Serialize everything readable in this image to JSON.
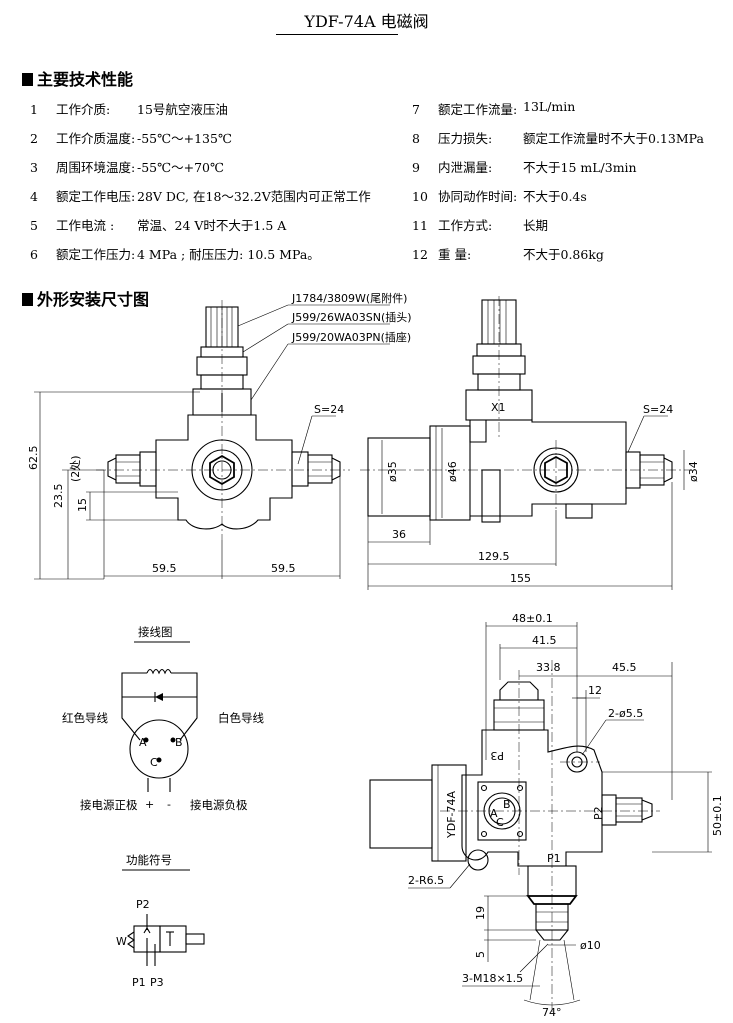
{
  "title": "YDF-74A 电磁阀",
  "section_specs": "主要技术性能",
  "specs_left": [
    {
      "n": "1",
      "k": "工作介质:",
      "v": "15号航空液压油"
    },
    {
      "n": "2",
      "k": "工作介质温度:",
      "v": "-55℃～+135℃"
    },
    {
      "n": "3",
      "k": "周围环境温度:",
      "v": "-55℃～+70℃"
    },
    {
      "n": "4",
      "k": "额定工作电压:",
      "v": "28V DC, 在18～32.2V范围内可正常工作"
    },
    {
      "n": "5",
      "k": "工作电流 :",
      "v": "常温、24 V时不大于1.5 A"
    },
    {
      "n": "6",
      "k": "额定工作压力:",
      "v": "4 MPa ; 耐压压力: 10.5 MPa。"
    }
  ],
  "specs_right": [
    {
      "n": "7",
      "k": "额定工作流量:",
      "v": "13L/min"
    },
    {
      "n": "8",
      "k": "压力损失:",
      "v": "额定工作流量时不大于0.13MPa"
    },
    {
      "n": "9",
      "k": "内泄漏量:",
      "v": "不大于15 mL/3min"
    },
    {
      "n": "10",
      "k": "协同动作时间:",
      "v": "不大于0.4s"
    },
    {
      "n": "11",
      "k": "工作方式:",
      "v": "长期"
    },
    {
      "n": "12",
      "k": "重  量:",
      "v": "不大于0.86kg"
    }
  ],
  "section_dims": "外形安装尺寸图",
  "connectors": [
    "J1784/3809W(尾附件)",
    "J599/26WA03SN(插头)",
    "J599/20WA03PN(插座)"
  ],
  "front_view": {
    "h_total": "62.5",
    "h_23": "23.5",
    "h_15": "15",
    "two_places": "(2处)",
    "w_left": "59.5",
    "w_right": "59.5",
    "s_label": "S=24"
  },
  "side_view": {
    "x1": "X1",
    "d35": "ø35",
    "d46": "ø46",
    "d34": "ø34",
    "l36": "36",
    "l129": "129.5",
    "l155": "155",
    "s_label": "S=24"
  },
  "wiring": {
    "title": "接线图",
    "red": "红色导线",
    "white": "白色导线",
    "pin_a": "A",
    "pin_b": "B",
    "pin_c": "C",
    "pos": "接电源正极",
    "neg": "接电源负极",
    "plus": "+",
    "minus": "-"
  },
  "symbol": {
    "title": "功能符号",
    "p2": "P2",
    "p1": "P1",
    "p3": "P3",
    "w": "W"
  },
  "bottom_view": {
    "d48": "48±0.1",
    "d41": "41.5",
    "d33": "33.8",
    "d45": "45.5",
    "d12": "12",
    "holes": "2-ø5.5",
    "d50": "50±0.1",
    "p3": "P3",
    "p2": "P2",
    "p1": "P1",
    "model": "YDF-74A",
    "r65": "2-R6.5",
    "d19": "19",
    "d5": "5",
    "d10": "ø10",
    "thread": "3-M18×1.5",
    "angle": "74°"
  }
}
